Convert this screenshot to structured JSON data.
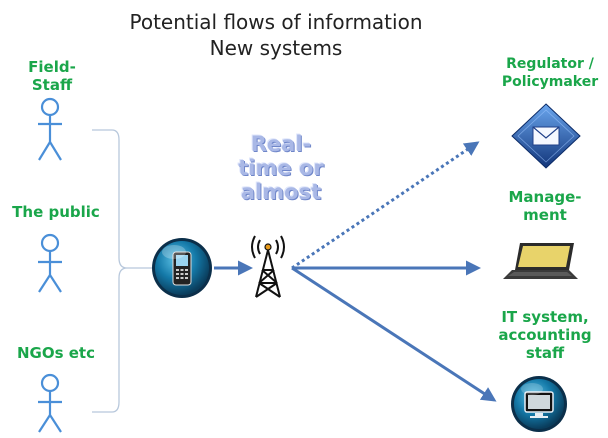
{
  "title": {
    "line1": "Potential flows of information",
    "line2": "New systems"
  },
  "sources": {
    "field_staff": "Field-\nStaff",
    "public": "The public",
    "ngos": "NGOs etc"
  },
  "middle_label": "Real-\ntime or\nalmost",
  "targets": {
    "regulator": "Regulator /\nPolicymaker",
    "management": "Manage-\nment",
    "it_system": "IT system,\naccounting\nstaff"
  },
  "colors": {
    "label_green": "#1aa64a",
    "arrow_blue": "#4a76b8",
    "realtime_text": "#a9b8e6"
  },
  "icons": [
    "person-icon",
    "mobile-phone-icon",
    "radio-tower-icon",
    "email-envelope-icon",
    "laptop-icon",
    "computer-monitor-icon"
  ]
}
